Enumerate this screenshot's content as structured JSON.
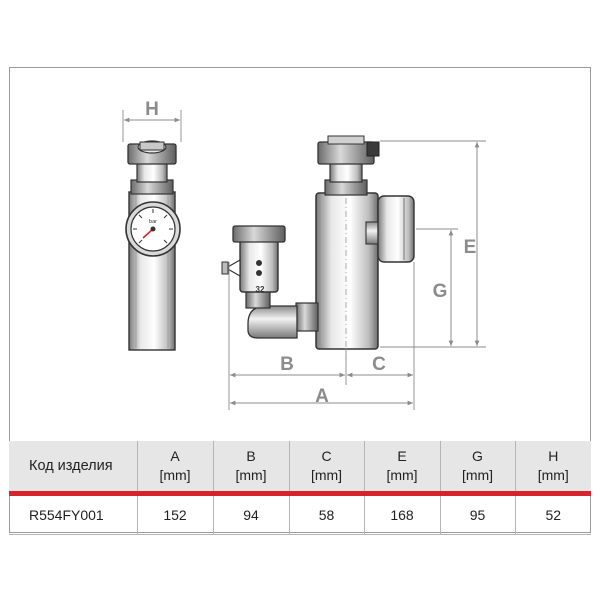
{
  "drawing": {
    "dimension_letters": {
      "A": "A",
      "B": "B",
      "C": "C",
      "E": "E",
      "G": "G",
      "H": "H"
    },
    "gauge_label": "bar",
    "fitting_size": "32"
  },
  "table": {
    "headers": [
      {
        "name": "Код изделия",
        "unit": ""
      },
      {
        "name": "A",
        "unit": "[mm]"
      },
      {
        "name": "B",
        "unit": "[mm]"
      },
      {
        "name": "C",
        "unit": "[mm]"
      },
      {
        "name": "E",
        "unit": "[mm]"
      },
      {
        "name": "G",
        "unit": "[mm]"
      },
      {
        "name": "H",
        "unit": "[mm]"
      }
    ],
    "rows": [
      [
        "R554FY001",
        "152",
        "94",
        "58",
        "168",
        "95",
        "52"
      ]
    ]
  }
}
